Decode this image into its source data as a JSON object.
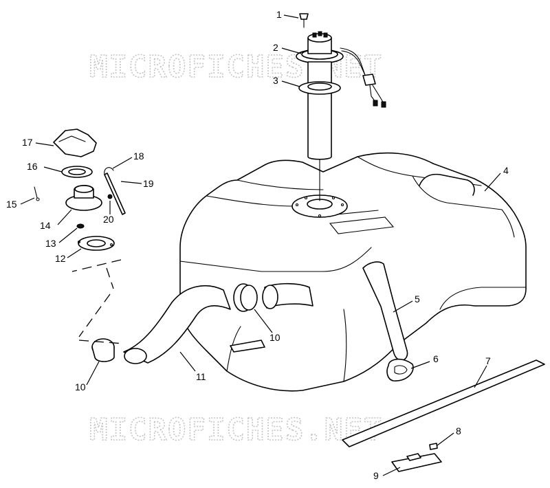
{
  "watermark": {
    "text": "MICROFICHES.NET"
  },
  "callouts": [
    "1",
    "2",
    "3",
    "4",
    "5",
    "6",
    "7",
    "8",
    "9",
    "10",
    "10",
    "11",
    "12",
    "13",
    "14",
    "15",
    "16",
    "17",
    "18",
    "19",
    "20"
  ],
  "colors": {
    "line": "#000000",
    "watermark": "#c4c4c4",
    "background": "#ffffff"
  }
}
